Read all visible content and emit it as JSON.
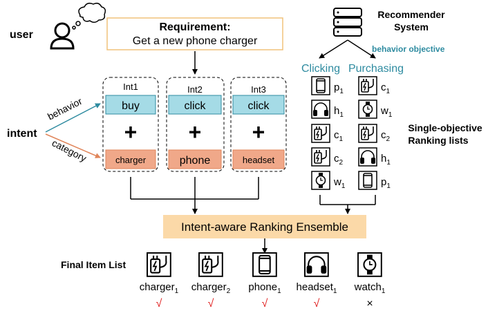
{
  "user_label": "user",
  "intent_label": "intent",
  "edge_behavior": "behavior",
  "edge_category": "category",
  "requirement": {
    "title": "Requirement:",
    "text": "Get a new phone  charger"
  },
  "intents": [
    {
      "name": "Int1",
      "behavior": "buy",
      "category": "charger"
    },
    {
      "name": "Int2",
      "behavior": "click",
      "category": "phone"
    },
    {
      "name": "Int3",
      "behavior": "click",
      "category": "headset"
    }
  ],
  "recommender": {
    "line1": "Recommender",
    "line2": "System",
    "objective": "behavior objective"
  },
  "columns": [
    {
      "header": "Clicking",
      "items": [
        {
          "icon": "phone",
          "label": "p",
          "sub": "1"
        },
        {
          "icon": "headset",
          "label": "h",
          "sub": "1"
        },
        {
          "icon": "charger",
          "label": "c",
          "sub": "1"
        },
        {
          "icon": "charger",
          "label": "c",
          "sub": "2"
        },
        {
          "icon": "watch",
          "label": "w",
          "sub": "1"
        }
      ]
    },
    {
      "header": "Purchasing",
      "items": [
        {
          "icon": "charger",
          "label": "c",
          "sub": "1"
        },
        {
          "icon": "watch",
          "label": "w",
          "sub": "1"
        },
        {
          "icon": "charger",
          "label": "c",
          "sub": "2"
        },
        {
          "icon": "headset",
          "label": "h",
          "sub": "1"
        },
        {
          "icon": "phone",
          "label": "p",
          "sub": "1"
        }
      ]
    }
  ],
  "ranking_label": {
    "line1": "Single-objective",
    "line2": "Ranking lists"
  },
  "ensemble": "Intent-aware Ranking Ensemble",
  "final_label": "Final Item List",
  "final_items": [
    {
      "icon": "charger",
      "label": "charger",
      "sub": "1",
      "mark": "√"
    },
    {
      "icon": "charger",
      "label": "charger",
      "sub": "2",
      "mark": "√"
    },
    {
      "icon": "phone",
      "label": "phone",
      "sub": "1",
      "mark": "√"
    },
    {
      "icon": "headset",
      "label": "headset",
      "sub": "1",
      "mark": "√"
    },
    {
      "icon": "watch",
      "label": "watch",
      "sub": "1",
      "mark": "×"
    }
  ],
  "colors": {
    "teal": "#2e8ba0",
    "orange": "#e0855a",
    "behavior_fill": "#a5dbe6",
    "category_fill": "#f0a889",
    "requirement_border": "#f0c27a",
    "ensemble_fill": "#fbd9a8",
    "check": "#e02020"
  }
}
